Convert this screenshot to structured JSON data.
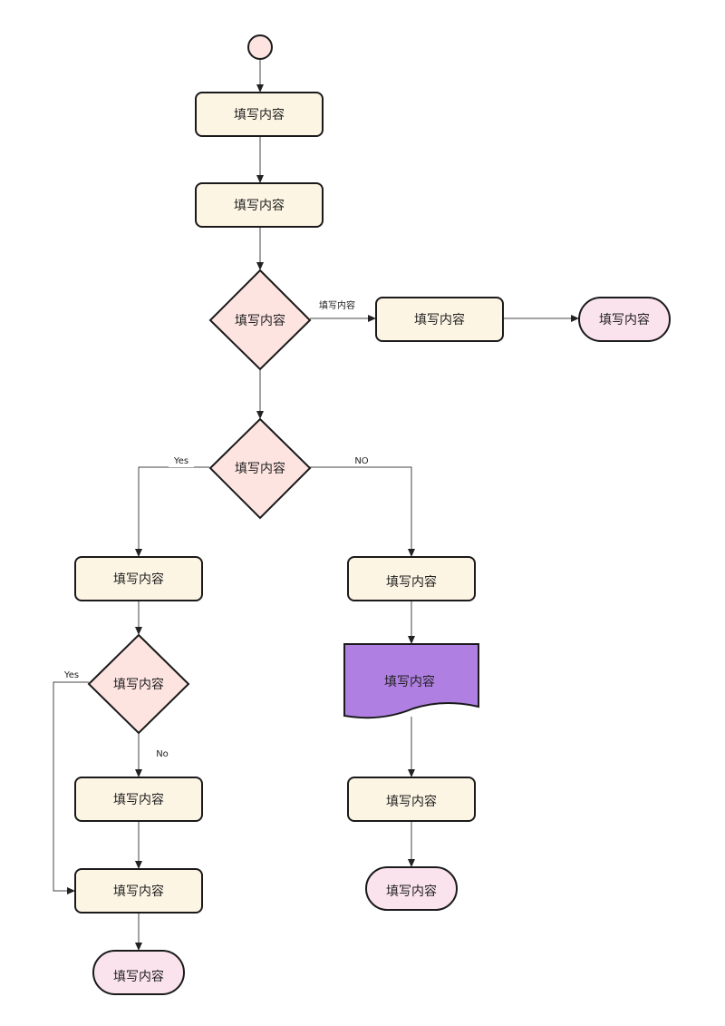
{
  "colors": {
    "start": "#fde4e1",
    "process": "#fdf5e4",
    "decision": "#fde4e1",
    "terminal": "#fbe3ee",
    "document": "#b07fe2",
    "stroke": "#1a1a1a",
    "line": "#444444"
  },
  "nodes": {
    "p1": "填写内容",
    "p2": "填写内容",
    "d1": "填写内容",
    "p3": "填写内容",
    "t1": "填写内容",
    "d2": "填写内容",
    "p4": "填写内容",
    "d3": "填写内容",
    "p5": "填写内容",
    "p6": "填写内容",
    "t2": "填写内容",
    "p7": "填写内容",
    "doc1": "填写内容",
    "p8": "填写内容",
    "t3": "填写内容"
  },
  "edges": {
    "d1_right": "填写内容",
    "d2_yes": "Yes",
    "d2_no": "NO",
    "d3_yes": "Yes",
    "d3_no": "No"
  }
}
